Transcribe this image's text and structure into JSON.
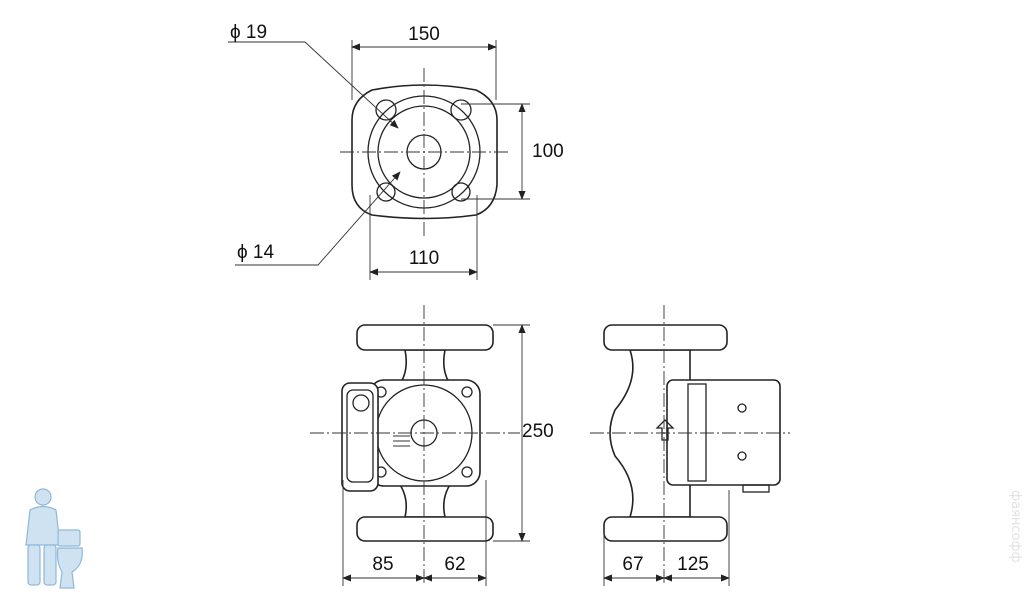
{
  "drawing": {
    "top_view": {
      "width_overall": "150",
      "bolt_spacing_vertical": "100",
      "bolt_spacing_horizontal": "110",
      "large_hole_diameter": "ϕ 19",
      "small_hole_diameter": "ϕ 14"
    },
    "front_view": {
      "height": "250",
      "left_offset": "85",
      "right_offset": "62"
    },
    "side_view": {
      "left_offset": "67",
      "right_offset": "125"
    }
  },
  "watermark": "фаянсофф",
  "logo": {
    "name": "plumber-mascot",
    "color": "#9cc3e0"
  }
}
